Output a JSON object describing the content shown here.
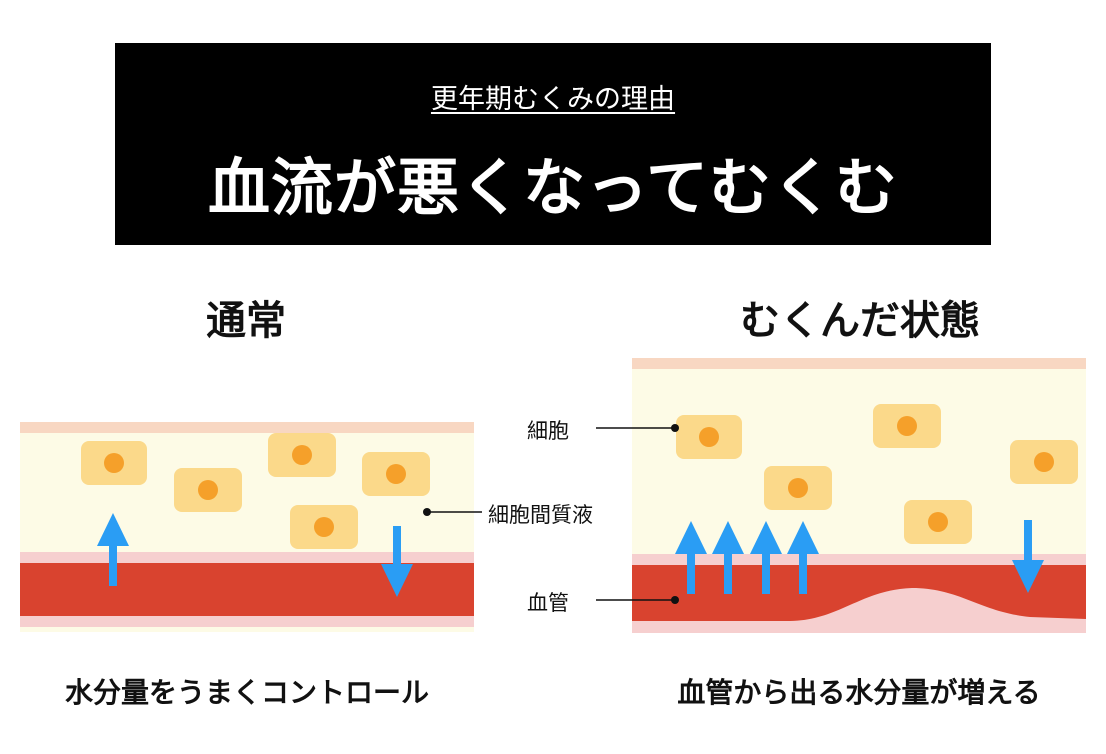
{
  "banner": {
    "subtitle": "更年期むくみの理由",
    "title": "血流が悪くなってむくむ"
  },
  "left_panel": {
    "heading": "通常",
    "caption": "水分量をうまくコントロール"
  },
  "right_panel": {
    "heading": "むくんだ状態",
    "caption": "血管から出る水分量が増える"
  },
  "labels": {
    "cell": "細胞",
    "interstitial_fluid": "細胞間質液",
    "blood_vessel": "血管"
  },
  "colors": {
    "banner_bg": "#000000",
    "tissue_bg": "#fdfbe6",
    "skin_band": "#f8d7c2",
    "vessel_wall": "#f6cfcf",
    "blood": "#d9432f",
    "cell_body": "#fbd98a",
    "cell_nucleus": "#f5a02a",
    "arrow": "#2a9df4"
  }
}
